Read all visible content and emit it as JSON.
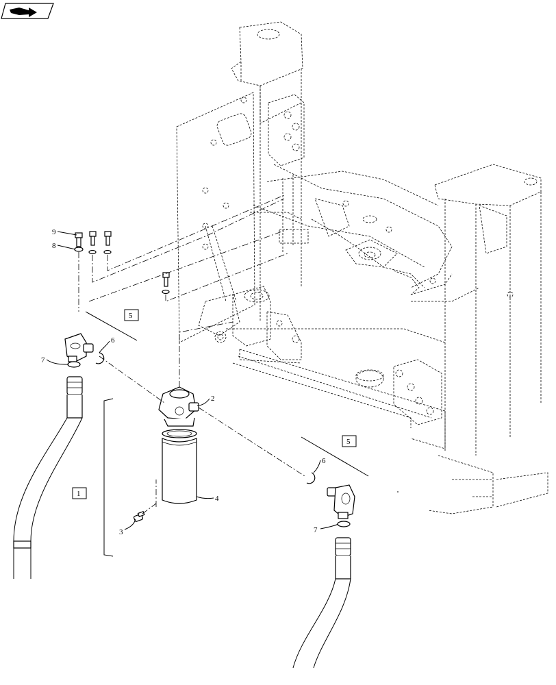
{
  "nav": {
    "icon": "page-navigation-icon"
  },
  "callouts": [
    {
      "id": "c9",
      "label": "9"
    },
    {
      "id": "c8",
      "label": "8"
    },
    {
      "id": "c7a",
      "label": "7"
    },
    {
      "id": "c6a",
      "label": "6"
    },
    {
      "id": "c2",
      "label": "2"
    },
    {
      "id": "c4",
      "label": "4"
    },
    {
      "id": "c3",
      "label": "3"
    },
    {
      "id": "c6b",
      "label": "6"
    },
    {
      "id": "c7b",
      "label": "7"
    }
  ],
  "boxes": [
    {
      "id": "b5a",
      "label": "5"
    },
    {
      "id": "b5b",
      "label": "5"
    },
    {
      "id": "b1",
      "label": "1"
    }
  ]
}
